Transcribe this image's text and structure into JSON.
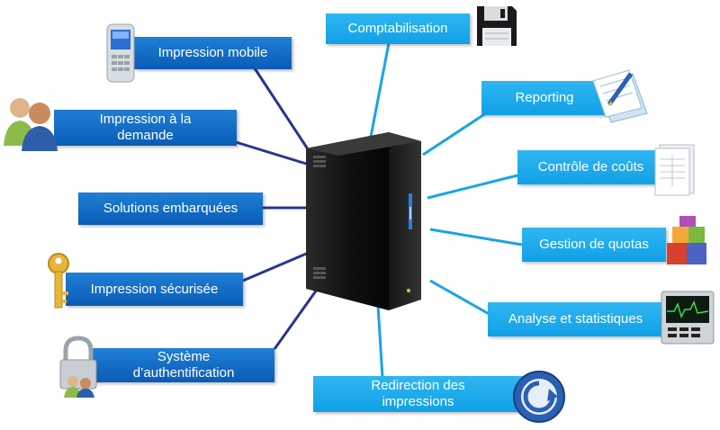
{
  "colors": {
    "left_line": "#283591",
    "right_line": "#19a3e8",
    "left_box": "#0a5cb5",
    "right_box": "#11a0e6"
  },
  "nodes": {
    "impression_mobile": "Impression mobile",
    "impression_demande_l1": "Impression à la",
    "impression_demande_l2": "demande",
    "solutions_embarquees": "Solutions embarquées",
    "impression_securisee": "Impression sécurisée",
    "systeme_auth_l1": "Système",
    "systeme_auth_l2": "d’authentification",
    "comptabilisation": "Comptabilisation",
    "reporting": "Reporting",
    "controle_couts": "Contrôle de coûts",
    "gestion_quotas": "Gestion de quotas",
    "analyse_statistiques": "Analyse et statistiques",
    "redirection_l1": "Redirection des",
    "redirection_l2": "impressions"
  },
  "icons": {
    "impression_mobile": "mobile-phone-icon",
    "impression_demande": "users-icon",
    "impression_securisee": "key-icon",
    "systeme_auth": "padlock-users-icon",
    "comptabilisation": "floppy-disk-icon",
    "reporting": "report-pen-icon",
    "controle_couts": "invoice-document-icon",
    "gestion_quotas": "stacked-blocks-icon",
    "analyse_statistiques": "monitor-graph-icon",
    "redirection": "redirect-arrow-icon",
    "center": "server-tower-icon"
  }
}
